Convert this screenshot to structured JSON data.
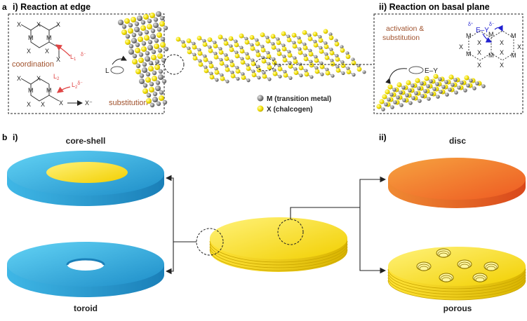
{
  "panel_a": {
    "letter": "a",
    "left_title": "i) Reaction at edge",
    "right_title": "ii) Reaction on basal plane",
    "coordination": "coordination",
    "substitution": "substitution",
    "activation_line1": "activation &",
    "activation_line2": "substitution",
    "ligand": "L",
    "ligand_electron_sub": "1",
    "ligand_electron_pre": "L",
    "ligand2_sub": "2",
    "ligand2_pre": "L",
    "leaving_group": "X⁻",
    "metal_symbol": "M",
    "chalcogen_symbol": "X",
    "electrophile": "E–Y",
    "delta_plus": "δ⁺",
    "delta_minus": "δ⁻",
    "legend_metal": "M (transition metal)",
    "legend_chalcogen": "X (chalcogen)"
  },
  "panel_b": {
    "letter": "b",
    "left_label": "i)",
    "right_label": "ii)",
    "core_shell": "core-shell",
    "toroid": "toroid",
    "disc": "disc",
    "porous": "porous"
  },
  "colors": {
    "blue_light": "#4fc7ee",
    "blue_dark": "#1f93cc",
    "yellow": "#ffe83a",
    "yellow_dark": "#e8c300",
    "orange_light": "#f9a03a",
    "orange_dark": "#ee5f22",
    "red_arrow": "#e04545",
    "brown_text": "#a0522d",
    "blue_text": "#2020d0",
    "metal_gray": "#8c8c8c"
  }
}
